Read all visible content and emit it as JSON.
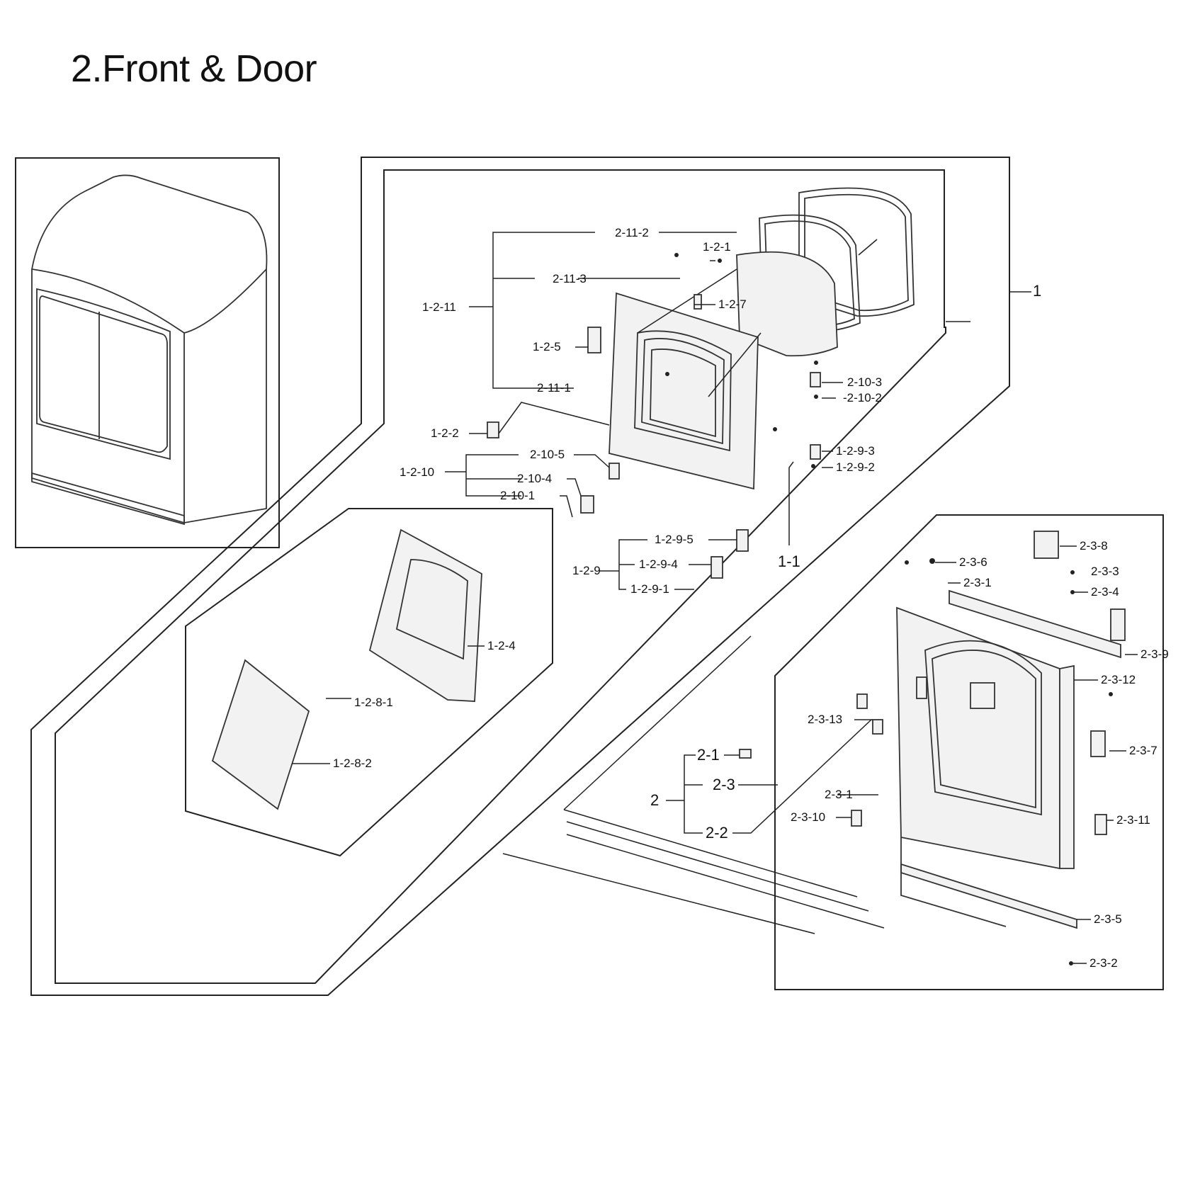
{
  "title": "2.Front & Door",
  "labels": {
    "l_2_11_2": "2-11-2",
    "l_1_2_1": "1-2-1",
    "l_2_11_3": "2-11-3",
    "l_1_2_7": "1-2-7",
    "l_1_2_11": "1-2-11",
    "l_1": "1",
    "l_1_2_5": "1-2-5",
    "l_2_10_3": "2-10-3",
    "l_2_10_2": "-2-10-2",
    "l_2_11_1": "2-11-1",
    "l_1_2_2": "1-2-2",
    "l_2_10_5": "2-10-5",
    "l_1_2_9_3": "1-2-9-3",
    "l_1_2_10": "1-2-10",
    "l_2_10_4": "2-10-4",
    "l_1_2_9_2": "1-2-9-2",
    "l_2_10_1": "2-10-1",
    "l_1_2_9_5": "1-2-9-5",
    "l_1_2_9": "1-2-9",
    "l_1_2_9_4": "1-2-9-4",
    "l_1_2_9_1": "1-2-9-1",
    "l_1_1": "1-1",
    "l_1_2_4": "1-2-4",
    "l_1_2_8_1": "1-2-8-1",
    "l_1_2_8_2": "1-2-8-2",
    "l_2_3_8": "2-3-8",
    "l_2_3_6": "2-3-6",
    "l_2_3_3": "2-3-3",
    "l_2_3_1_top": "2-3-1",
    "l_2_3_4": "2-3-4",
    "l_2_3_9": "2-3-9",
    "l_2_3_12": "2-3-12",
    "l_2_3_13": "2-3-13",
    "l_2_3_7": "2-3-7",
    "l_2_1": "2-1",
    "l_2_3": "2-3",
    "l_2": "2",
    "l_2_3_1_bottom": "2-3-1",
    "l_2_3_11": "2-3-11",
    "l_2_3_10": "2-3-10",
    "l_2_2": "2-2",
    "l_2_3_5": "2-3-5",
    "l_2_3_2": "2-3-2"
  }
}
